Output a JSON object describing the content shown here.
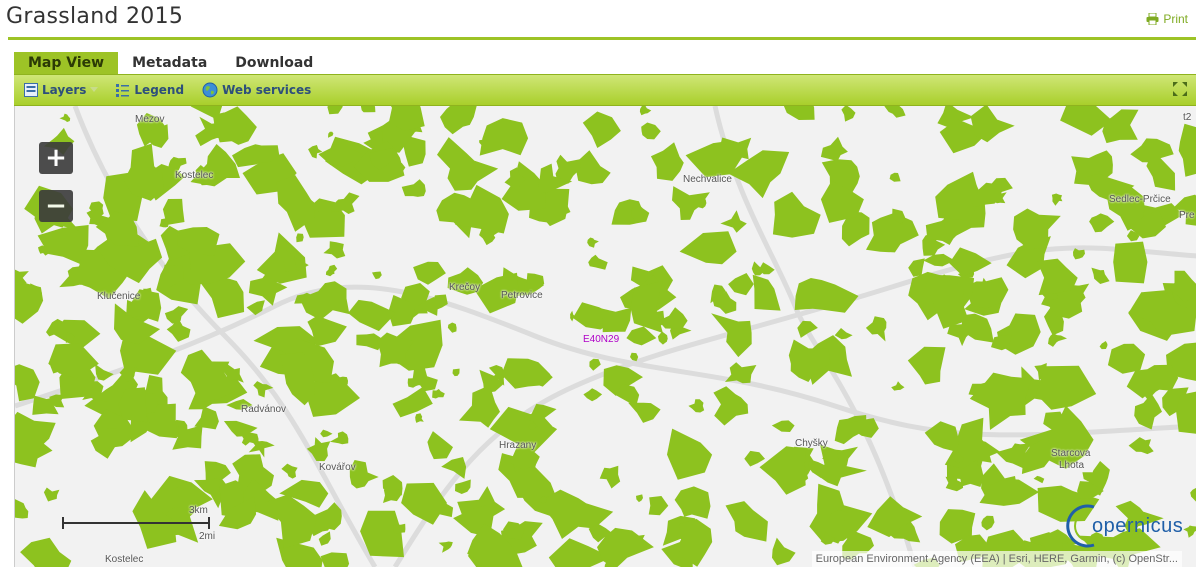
{
  "page": {
    "title": "Grassland 2015",
    "print_label": "Print"
  },
  "tabs": [
    {
      "label": "Map View",
      "active": true
    },
    {
      "label": "Metadata",
      "active": false
    },
    {
      "label": "Download",
      "active": false
    }
  ],
  "toolbar": {
    "layers_label": "Layers",
    "legend_label": "Legend",
    "web_services_label": "Web services",
    "fullscreen_icon": "fullscreen-icon"
  },
  "map": {
    "zoom_in": "+",
    "zoom_out": "−",
    "tile_label": "E40N29",
    "places": {
      "mezov": "Mezov",
      "kostelec_top": "Kostelec",
      "nechvalice": "Nechvalice",
      "sedlec": "Sedlec-Prčice",
      "pre": "Pre",
      "klucenice": "Klučenice",
      "krecoy": "Krečoy",
      "petrovice": "Petrovice",
      "radvanov": "Radvánov",
      "hrazany": "Hrazany",
      "kovarov": "Kovářov",
      "chyska": "Chyšky",
      "starcova_lhota_1": "Starcova",
      "starcova_lhota_2": "Lhota",
      "kostelec_bottom": "Kostelec",
      "corner": "t2"
    },
    "scale": {
      "km": "3km",
      "mi": "2mi"
    },
    "logo_text": "opernicus",
    "attribution": "European Environment Agency (EEA) | Esri, HERE, Garmin, (c) OpenStr...",
    "colors": {
      "grassland": "#8dc21f",
      "background": "#f2f2f2",
      "accent": "#9dc326"
    }
  }
}
